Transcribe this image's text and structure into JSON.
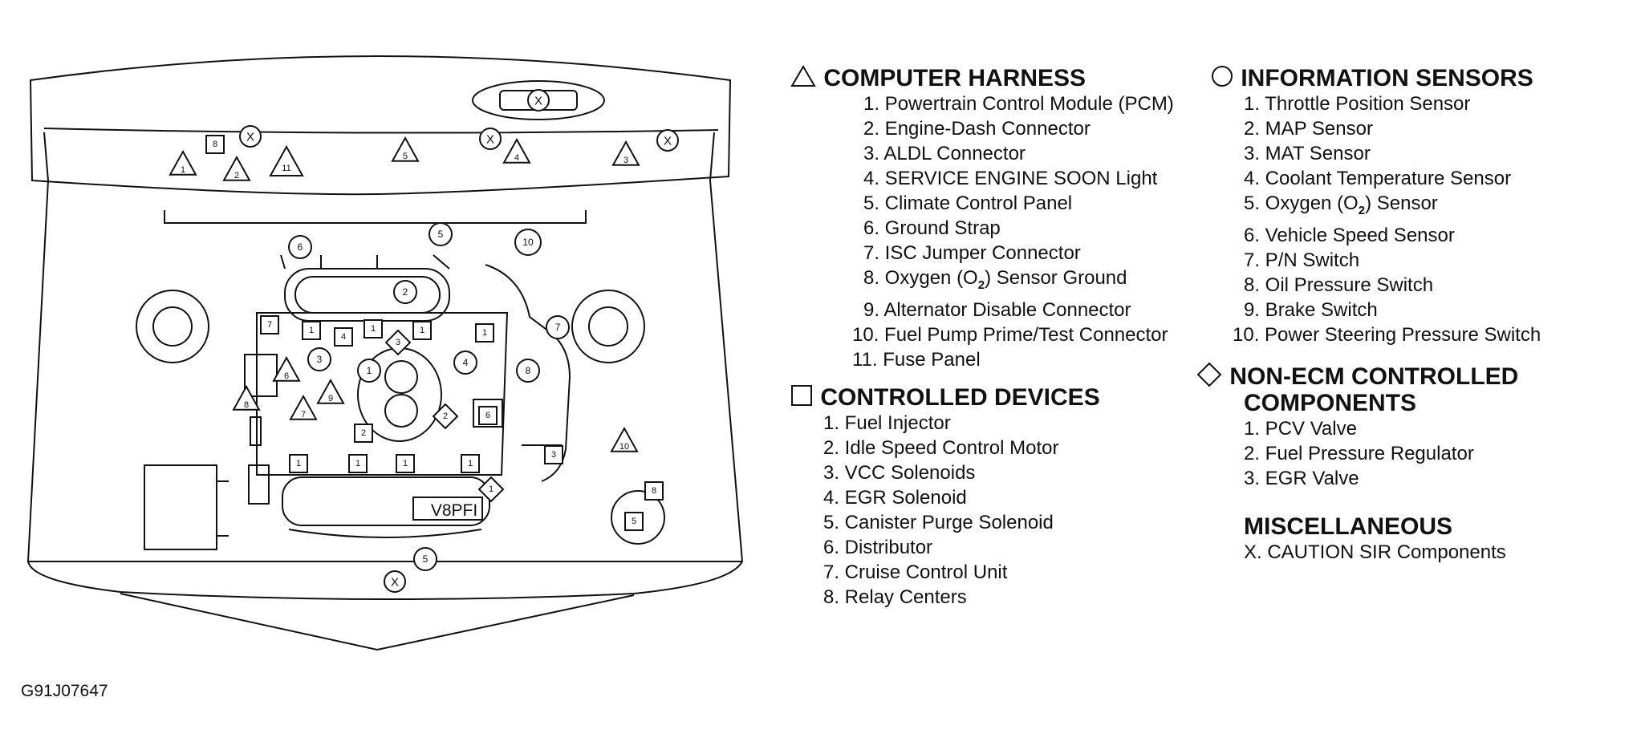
{
  "figure_id": "G91J07647",
  "engine_label": "V8PFI",
  "legend": {
    "computer_harness": {
      "title": "COMPUTER HARNESS",
      "symbol": "triangle",
      "items": [
        "1. Powertrain Control Module (PCM)",
        "2. Engine-Dash Connector",
        "3. ALDL Connector",
        "4. SERVICE ENGINE SOON Light",
        "5. Climate Control Panel",
        "6. Ground Strap",
        "7. ISC Jumper Connector",
        "8. Oxygen (O2) Sensor Ground",
        "9. Alternator Disable Connector",
        "10. Fuel Pump Prime/Test Connector",
        "11. Fuse Panel"
      ]
    },
    "information_sensors": {
      "title": "INFORMATION SENSORS",
      "symbol": "circle",
      "items": [
        "1. Throttle Position Sensor",
        "2. MAP Sensor",
        "3. MAT Sensor",
        "4. Coolant Temperature Sensor",
        "5. Oxygen (O2) Sensor",
        "6. Vehicle Speed Sensor",
        "7. P/N Switch",
        "8. Oil Pressure Switch",
        "9. Brake Switch",
        "10. Power Steering Pressure Switch"
      ]
    },
    "controlled_devices": {
      "title": "CONTROLLED DEVICES",
      "symbol": "square",
      "items": [
        "1. Fuel Injector",
        "2. Idle Speed Control Motor",
        "3. VCC Solenoids",
        "4. EGR Solenoid",
        "5. Canister Purge Solenoid",
        "6. Distributor",
        "7. Cruise Control Unit",
        "8. Relay Centers"
      ]
    },
    "non_ecm": {
      "title_line1": "NON-ECM CONTROLLED",
      "title_line2": "COMPONENTS",
      "symbol": "diamond",
      "items": [
        "1. PCV Valve",
        "2. Fuel Pressure Regulator",
        "3. EGR Valve"
      ]
    },
    "miscellaneous": {
      "title": "MISCELLANEOUS",
      "items": [
        "X. CAUTION SIR Components"
      ]
    }
  },
  "markers": {
    "triangles": [
      "1",
      "2",
      "11",
      "5",
      "4",
      "3",
      "6",
      "8",
      "7",
      "9",
      "10"
    ],
    "circles": [
      "6",
      "5",
      "10",
      "2",
      "3",
      "1",
      "4",
      "8",
      "7",
      "5"
    ],
    "squares": [
      "8",
      "7",
      "1",
      "4",
      "1",
      "1",
      "1",
      "2",
      "6",
      "1",
      "1",
      "1",
      "1",
      "3",
      "8",
      "5"
    ],
    "diamonds": [
      "3",
      "2",
      "1"
    ],
    "x_marks": [
      "X",
      "X",
      "X",
      "X",
      "X"
    ]
  }
}
